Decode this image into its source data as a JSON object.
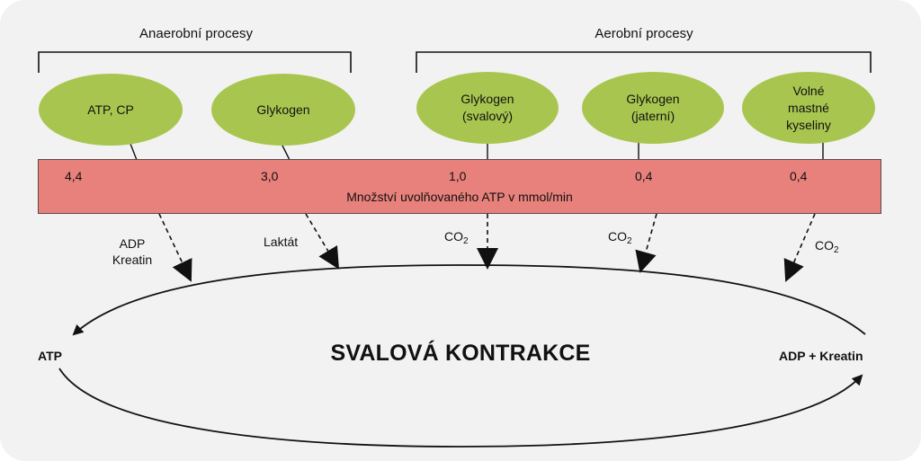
{
  "colors": {
    "background": "#f2f2f2",
    "oval_fill": "#a8c64f",
    "bar_fill": "#e8817c",
    "line": "#111111"
  },
  "groups": {
    "anaerobic": "Anaerobní procesy",
    "aerobic": "Aerobní procesy"
  },
  "sources": [
    {
      "label": "ATP, CP"
    },
    {
      "label": "Glykogen"
    },
    {
      "label": "Glykogen\n(svalový)"
    },
    {
      "label": "Glykogen\n(jaterní)"
    },
    {
      "label": "Volné\nmastné\nkyseliny"
    }
  ],
  "atp_values": [
    "4,4",
    "3,0",
    "1,0",
    "0,4",
    "0,4"
  ],
  "bar_caption": "Množství uvolňovaného ATP v mmol/min",
  "byproducts": {
    "p1_line1": "ADP",
    "p1_line2": "Kreatin",
    "p2": "Laktát",
    "co2_base": "CO",
    "co2_sub": "2"
  },
  "cycle": {
    "title": "SVALOVÁ KONTRAKCE",
    "left": "ATP",
    "right": "ADP + Kreatin"
  }
}
